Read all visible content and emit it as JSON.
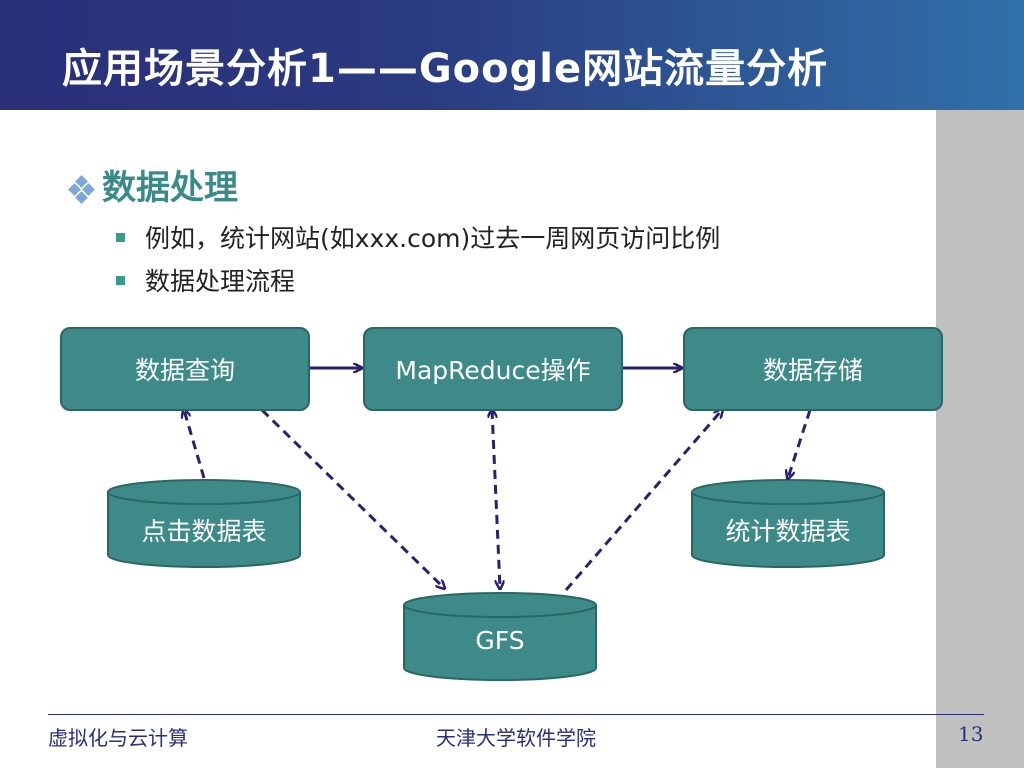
{
  "slide": {
    "title": "应用场景分析1——Google网站流量分析",
    "heading": "数据处理",
    "bullets": [
      "例如，统计网站(如xxx.com)过去一周网页访问比例",
      "数据处理流程"
    ]
  },
  "diagram": {
    "process_boxes": [
      "数据查询",
      "MapReduce操作",
      "数据存储"
    ],
    "storage": [
      "点击数据表",
      "GFS",
      "统计数据表"
    ]
  },
  "footer": {
    "left": "虚拟化与云计算",
    "center": "天津大学软件学院",
    "page_number": "13"
  },
  "colors": {
    "title_bar_start": "#2a2f7a",
    "title_bar_end": "#3070a8",
    "box_fill": "#3d8a88",
    "heading": "#3a8a8a",
    "arrow": "#2e1f6e"
  }
}
